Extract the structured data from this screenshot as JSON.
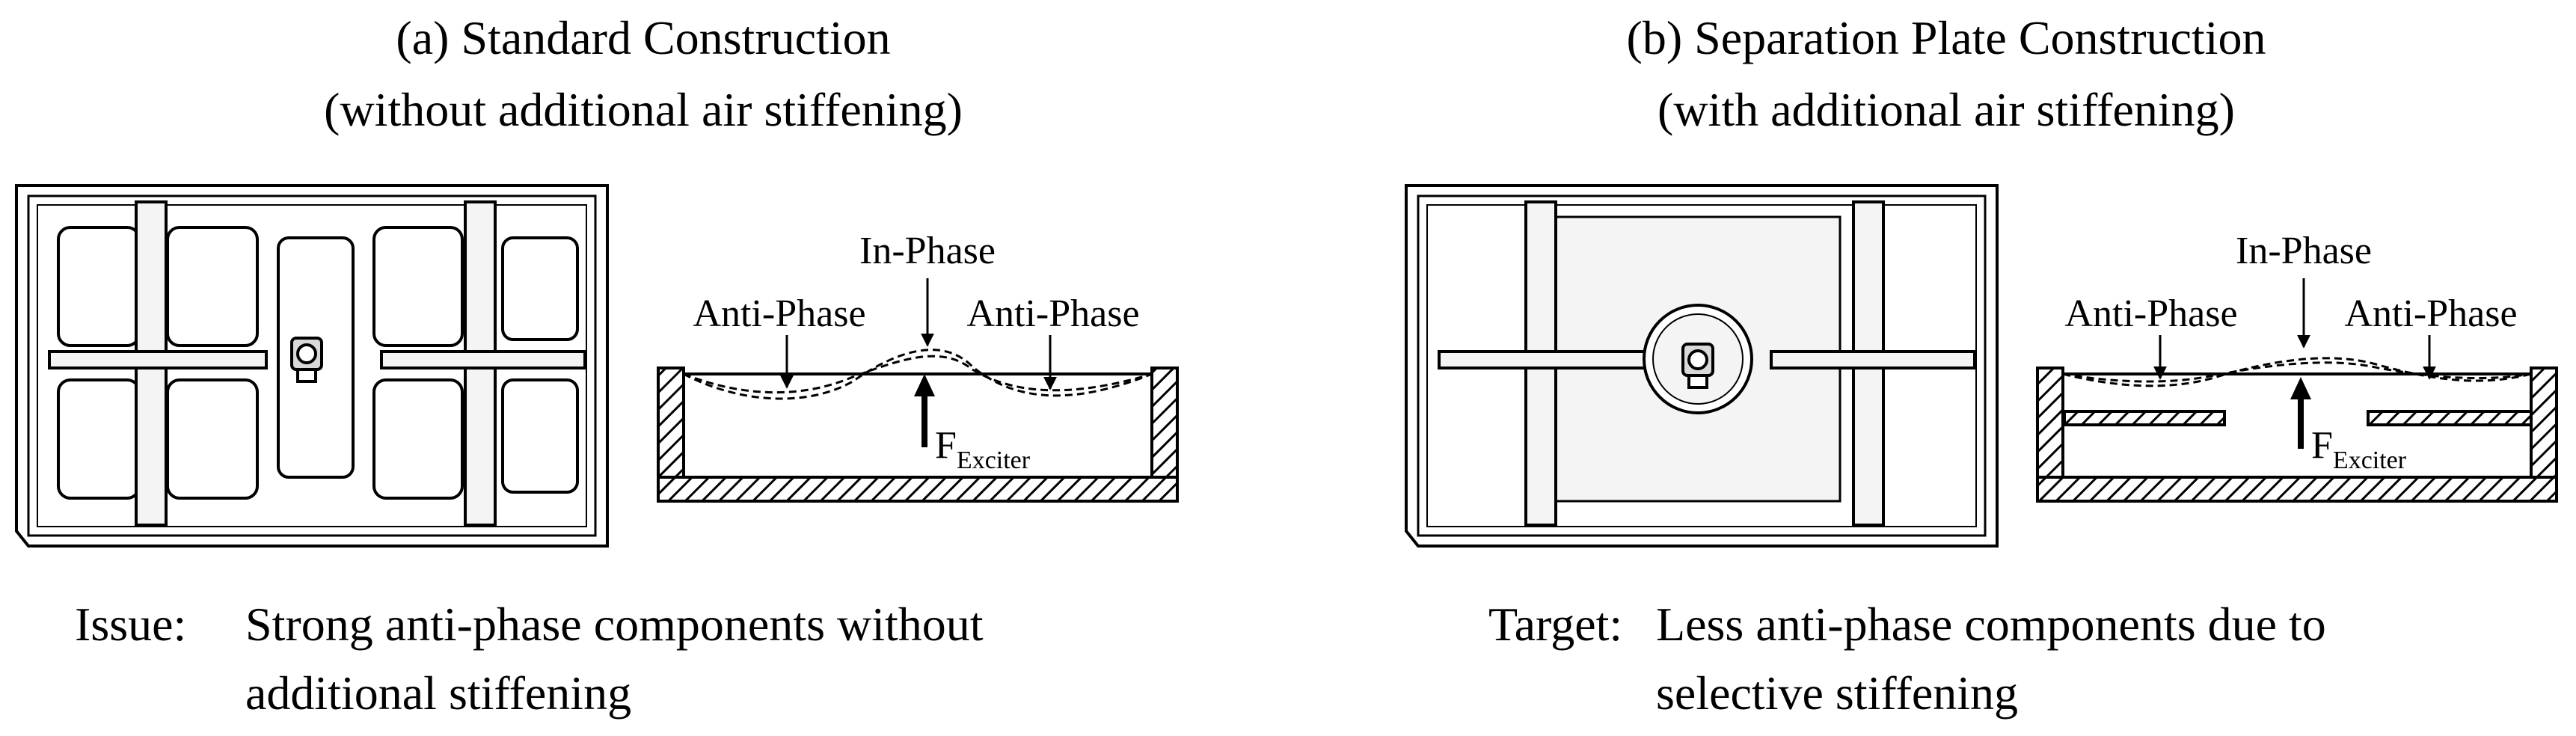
{
  "left": {
    "title_line1": "(a) Standard Construction",
    "title_line2": "(without additional air stiffening)",
    "labels": {
      "in_phase": "In-Phase",
      "anti_phase_left": "Anti-Phase",
      "anti_phase_right": "Anti-Phase",
      "force": "F",
      "force_sub": "Exciter"
    },
    "caption_key": "Issue:",
    "caption_line1": "Strong anti-phase components without",
    "caption_line2": "additional stiffening"
  },
  "right": {
    "title_line1": "(b) Separation Plate Construction",
    "title_line2": "(with additional air stiffening)",
    "labels": {
      "in_phase": "In-Phase",
      "anti_phase_left": "Anti-Phase",
      "anti_phase_right": "Anti-Phase",
      "force": "F",
      "force_sub": "Exciter"
    },
    "caption_key": "Target:",
    "caption_line1": "Less anti-phase components due to",
    "caption_line2": "selective stiffening"
  },
  "colors": {
    "line": "#000000",
    "panel_fill": "#f4f4f4",
    "panel_shade": "#d9d9d9",
    "background": "#ffffff"
  }
}
